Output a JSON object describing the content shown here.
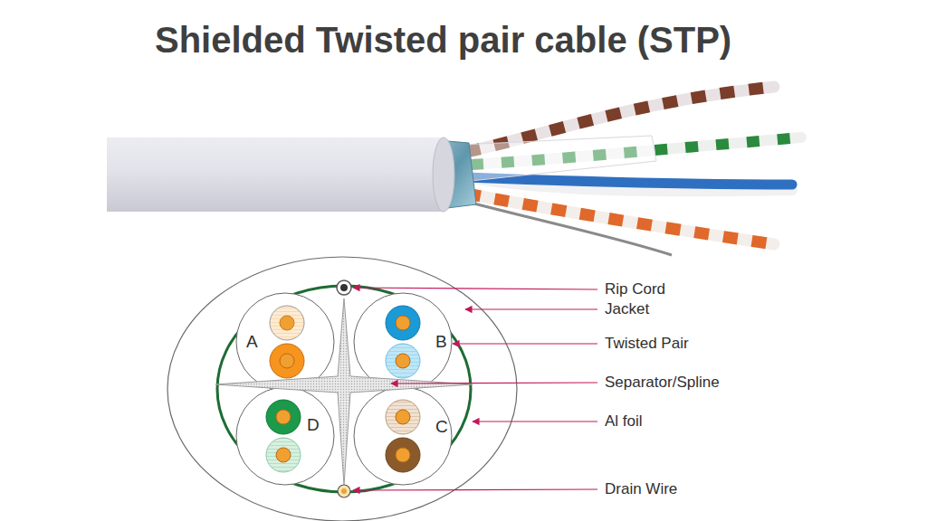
{
  "diagram": {
    "title": "Shielded Twisted pair cable (STP)",
    "labels": [
      "Rip Cord",
      "Jacket",
      "Twisted Pair",
      "Separator/Spline",
      "Al foil",
      "Drain Wire",
      "A",
      "B",
      "C",
      "D"
    ]
  }
}
